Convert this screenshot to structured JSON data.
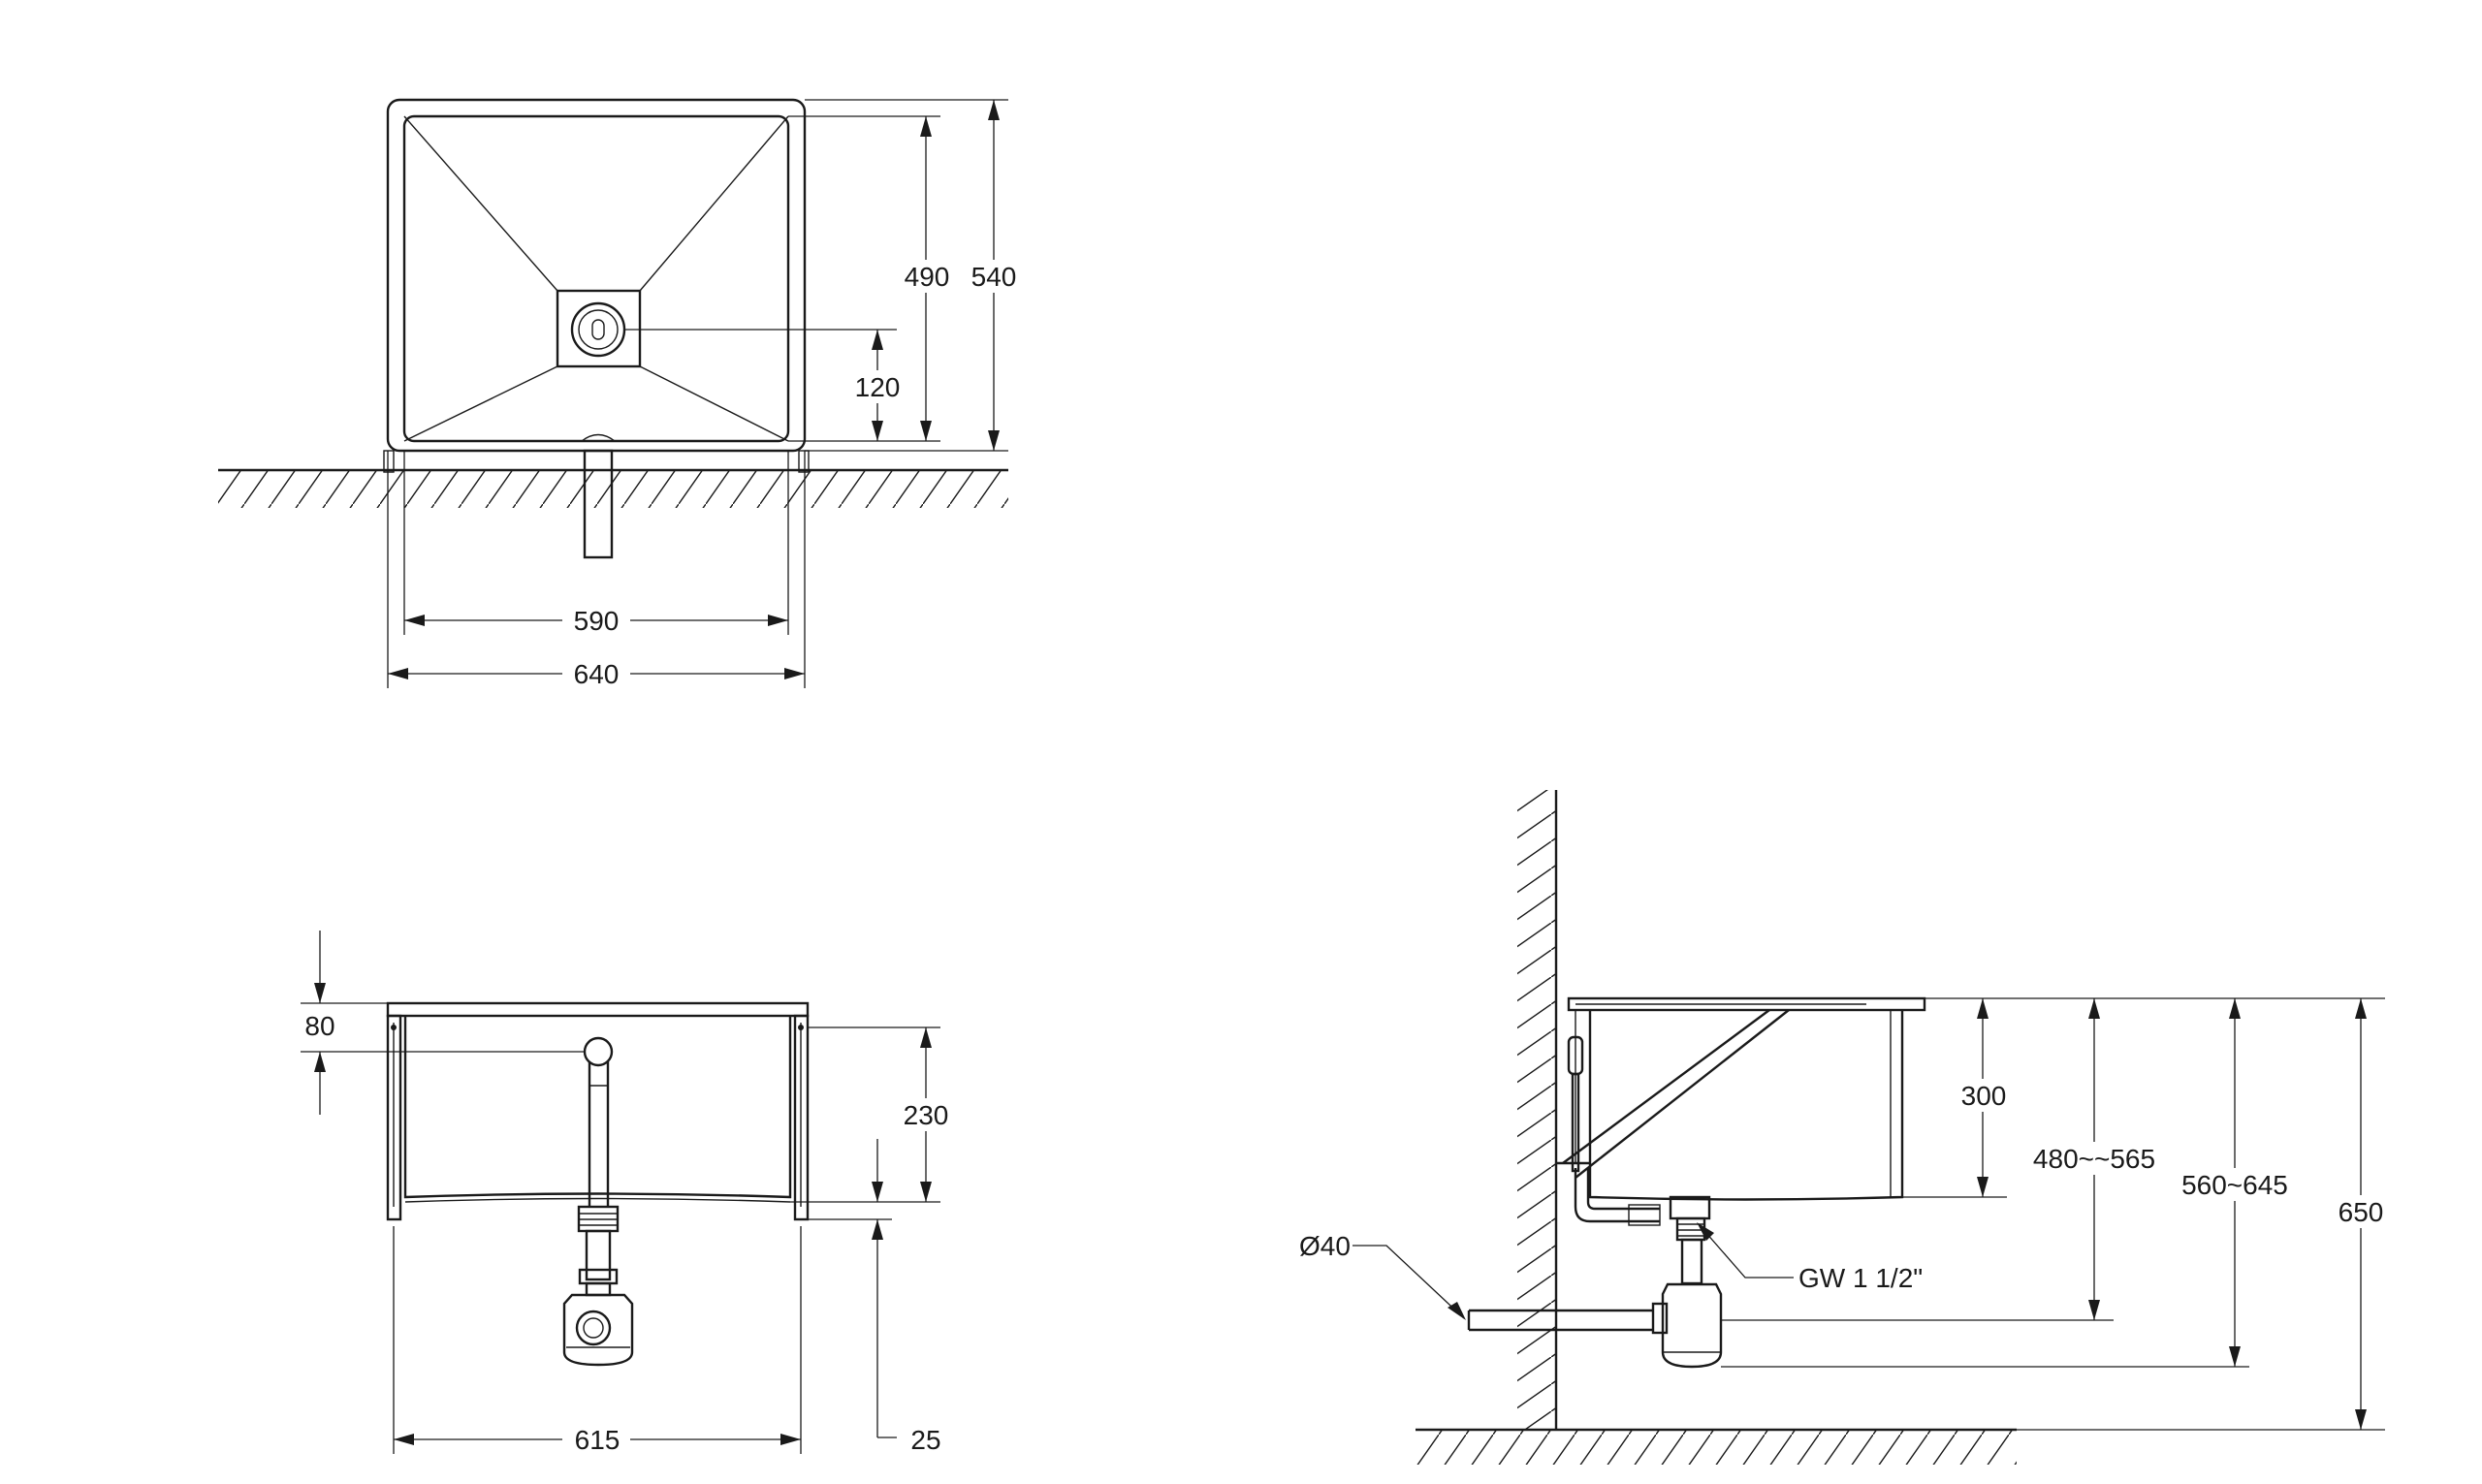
{
  "views": {
    "top": {
      "dims": {
        "inner_depth": "490",
        "outer_depth": "540",
        "drain_offset": "120",
        "inner_width": "590",
        "outer_width": "640"
      }
    },
    "front": {
      "dims": {
        "top_to_waste": "80",
        "bowl_depth": "230",
        "leg_offset": "25",
        "width": "615"
      }
    },
    "side": {
      "dims": {
        "bowl_height": "300",
        "outlet_height": "480~~565",
        "trap_height": "560~645",
        "total_height": "650"
      },
      "labels": {
        "outlet_pipe": "Ø40",
        "waste_thread": "GW 1 1/2\""
      }
    }
  }
}
